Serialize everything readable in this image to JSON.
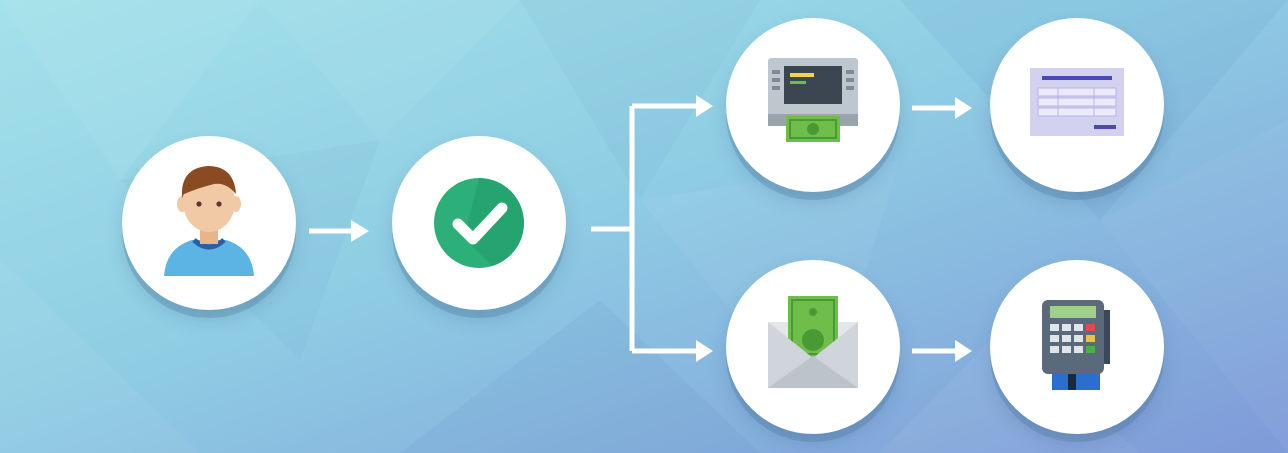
{
  "diagram": {
    "nodes": [
      {
        "id": "customer",
        "icon": "person-icon"
      },
      {
        "id": "approval",
        "icon": "checkmark-icon"
      },
      {
        "id": "atm-withdrawal",
        "icon": "atm-icon"
      },
      {
        "id": "bank-statement",
        "icon": "statement-form-icon"
      },
      {
        "id": "cash-envelope",
        "icon": "cash-envelope-icon"
      },
      {
        "id": "card-terminal",
        "icon": "payment-terminal-icon"
      }
    ],
    "edges": [
      {
        "from": "customer",
        "to": "approval"
      },
      {
        "from": "approval",
        "to": "atm-withdrawal"
      },
      {
        "from": "approval",
        "to": "cash-envelope"
      },
      {
        "from": "atm-withdrawal",
        "to": "bank-statement"
      },
      {
        "from": "cash-envelope",
        "to": "card-terminal"
      }
    ],
    "colors": {
      "background_start": "#9fdfea",
      "background_end": "#7f9fdc",
      "arrow": "#ffffff",
      "node_fill": "#ffffff",
      "check_green": "#27ae78",
      "cash_green": "#6fbd4a",
      "skin": "#f2c9a5",
      "hair": "#8a4a22",
      "shirt": "#5bb4e4"
    }
  }
}
